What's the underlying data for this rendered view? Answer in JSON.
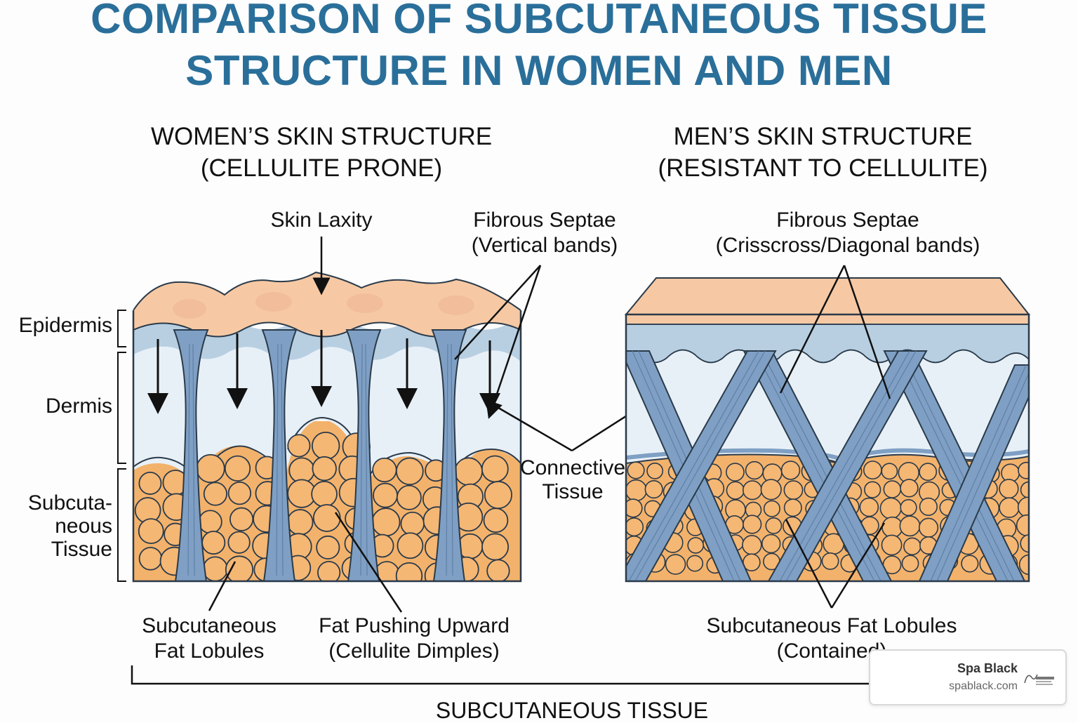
{
  "title": {
    "line1": "COMPARISON OF SUBCUTANEOUS TISSUE",
    "line2": "STRUCTURE IN WOMEN AND MEN"
  },
  "women": {
    "heading_line1": "WOMEN’S SKIN STRUCTURE",
    "heading_line2": "(CELLULITE PRONE)",
    "skin_laxity": "Skin Laxity",
    "septae_line1": "Fibrous Septae",
    "septae_line2": "(Vertical bands)",
    "layer_labels": {
      "epidermis": "Epidermis",
      "dermis": "Dermis",
      "subcutaneous_line1": "Subcuta-",
      "subcutaneous_line2": "neous",
      "subcutaneous_line3": "Tissue"
    },
    "fat_lobules_line1": "Subcutaneous",
    "fat_lobules_line2": "Fat Lobules",
    "fat_pushing_line1": "Fat Pushing Upward",
    "fat_pushing_line2": "(Cellulite Dimples)"
  },
  "connective": {
    "line1": "Connective",
    "line2": "Tissue"
  },
  "men": {
    "heading_line1": "MEN’S SKIN STRUCTURE",
    "heading_line2": "(RESISTANT TO CELLULITE)",
    "septae_line1": "Fibrous Septae",
    "septae_line2": "(Crisscross/Diagonal bands)",
    "fat_lobules_line1": "Subcutaneous Fat Lobules",
    "fat_lobules_line2": "(Contained)"
  },
  "bottom_label": "SUBCUTANEOUS TISSUE",
  "watermark": {
    "name": "Spa Black",
    "url": "spablack.com"
  },
  "colors": {
    "title": "#2a6f9a",
    "epidermis": "#f6c9a4",
    "dermis": "#e6eef6",
    "septae": "#7fa0c4",
    "fat": "#f3b26b",
    "outline": "#2a3a4a"
  }
}
